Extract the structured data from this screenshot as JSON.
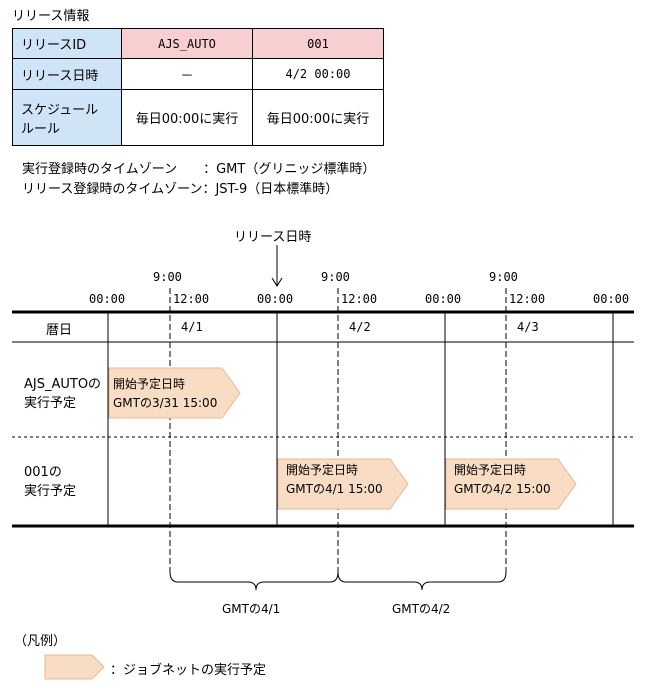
{
  "section_title": "リリース情報",
  "release_table": {
    "row_id": {
      "label": "リリースID",
      "col1": "AJS_AUTO",
      "col2": "001"
    },
    "row_date": {
      "label": "リリース日時",
      "col1": "－",
      "col2": "4/2 00:00"
    },
    "row_rule": {
      "label_line1": "スケジュール",
      "label_line2": "ルール",
      "col1": "毎日00:00に実行",
      "col2": "毎日00:00に実行"
    }
  },
  "timezone_info": {
    "line1": "実行登録時のタイムゾーン　　：GMT（グリニッジ標準時）",
    "line2": "リリース登録時のタイムゾーン：JST-9（日本標準時）"
  },
  "timeline": {
    "release_marker_label": "リリース日時",
    "gmt_ticks": [
      "9:00",
      "9:00",
      "9:00"
    ],
    "local_ticks": [
      "00:00",
      "12:00",
      "00:00",
      "12:00",
      "00:00",
      "12:00",
      "00:00"
    ],
    "calendar_label": "暦日",
    "days": [
      "4/1",
      "4/2",
      "4/3"
    ],
    "row1_label_line1": "AJS_AUTOの",
    "row1_label_line2": "実行予定",
    "row2_label_line1": "001の",
    "row2_label_line2": "実行予定",
    "schedules": [
      {
        "line1": "開始予定日時",
        "line2": "GMTの3/31 15:00"
      },
      {
        "line1": "開始予定日時",
        "line2": "GMTの4/1 15:00"
      },
      {
        "line1": "開始予定日時",
        "line2": "GMTの4/2 15:00"
      }
    ],
    "gmt_day_labels": [
      "GMTの4/1",
      "GMTの4/2"
    ]
  },
  "legend": {
    "title": "（凡例）",
    "item_label": "：ジョブネットの実行予定",
    "arrow_color": "#f9dcc4"
  },
  "colors": {
    "header_blue": "#cfe4f7",
    "header_pink": "#f7cfd0",
    "arrow_fill": "#f9dcc4",
    "arrow_stroke": "#e8b898"
  }
}
